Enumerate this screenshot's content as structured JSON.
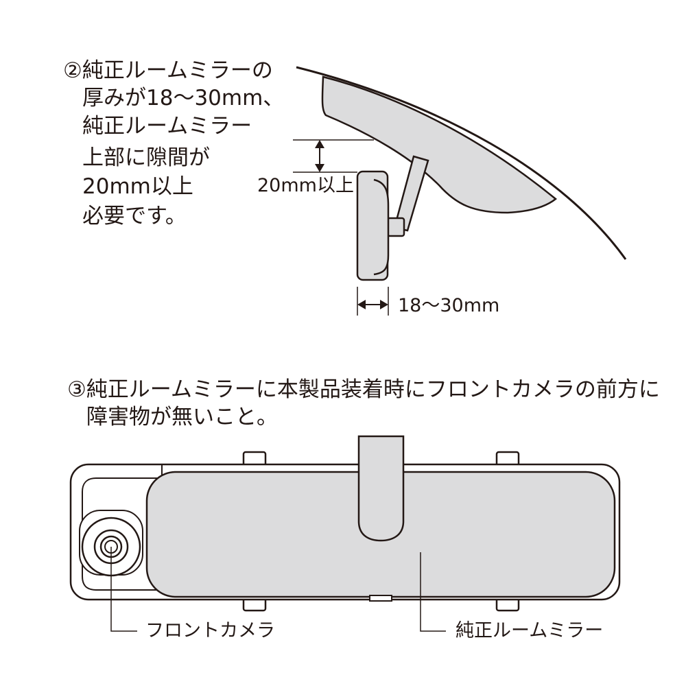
{
  "note2": {
    "lines": [
      "②純正ルームミラーの",
      "厚みが18〜30mm、",
      "純正ルームミラー",
      "上部に隙間が",
      "20mm以上",
      "必要です。"
    ]
  },
  "dimensions": {
    "gap_label": "20mm以上",
    "thickness_label": "18〜30mm"
  },
  "note3": {
    "lines": [
      "③純正ルームミラーに本製品装着時にフロントカメラの前方に",
      "障害物が無いこと。"
    ]
  },
  "callouts": {
    "front_camera": "フロントカメラ",
    "stock_mirror": "純正ルームミラー"
  },
  "colors": {
    "stroke": "#231815",
    "mirror_fill": "#dcdcdd",
    "background": "#ffffff"
  }
}
